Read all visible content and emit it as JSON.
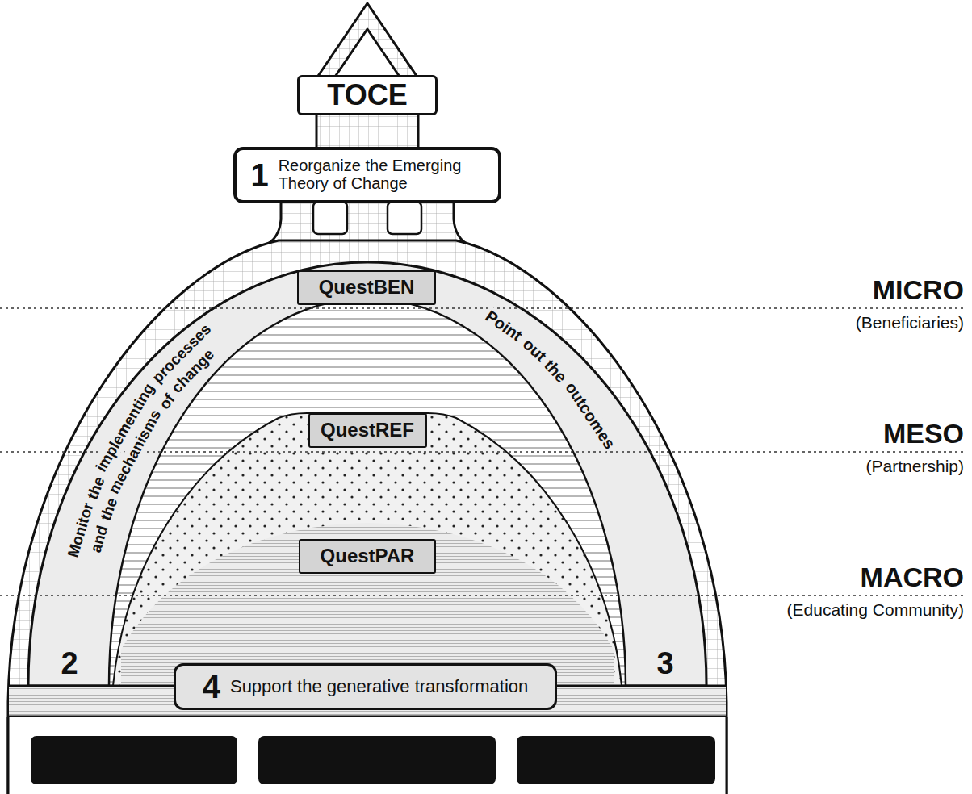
{
  "diagram": {
    "nodes": [
      {
        "text": [
          "TOCE"
        ]
      },
      {
        "text": [
          "1",
          "Reorganize the Emerging Theory of Change"
        ]
      },
      {
        "text": [
          "QuestBEN"
        ]
      },
      {
        "text": [
          "2",
          "Monitor the implementing processes and the mechanisms of change"
        ]
      },
      {
        "text": [
          "3",
          "Point out the outcomes"
        ]
      },
      {
        "text": [
          "QuestREF"
        ]
      },
      {
        "text": [
          "QuestPAR"
        ]
      },
      {
        "text": [
          "4",
          "Support the generative transformation"
        ]
      }
    ],
    "labels": [
      "MICRO",
      "(Beneficiaries)",
      "MESO",
      "(Partnership)",
      "MACRO",
      "(Educating Community)"
    ]
  }
}
